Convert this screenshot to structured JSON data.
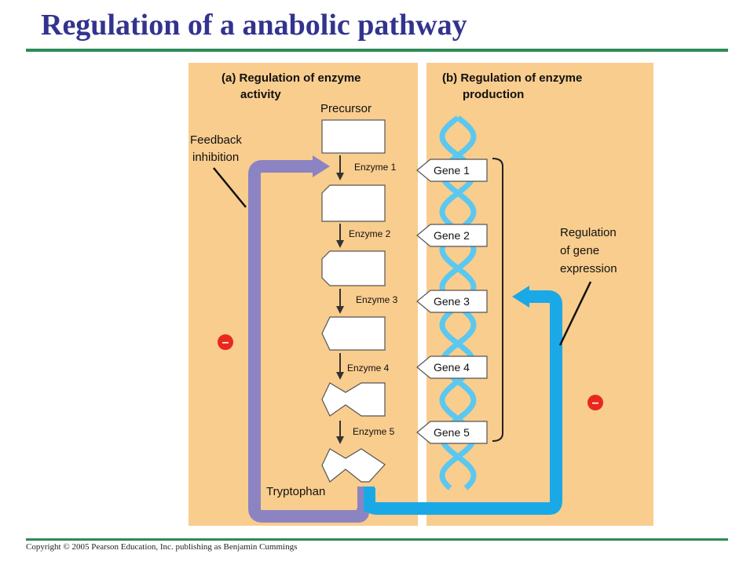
{
  "title": "Regulation of a anabolic pathway",
  "copyright": "Copyright © 2005 Pearson Education, Inc. publishing as Benjamin Cummings",
  "panel_a": {
    "heading_line1": "(a) Regulation of enzyme",
    "heading_line2": "activity",
    "precursor": "Precursor",
    "feedback_line1": "Feedback",
    "feedback_line2": "inhibition",
    "enzymes": [
      "Enzyme 1",
      "Enzyme 2",
      "Enzyme 3",
      "Enzyme 4",
      "Enzyme 5"
    ],
    "product": "Tryptophan",
    "inhibit_symbol": "–"
  },
  "panel_b": {
    "heading_line1": "(b) Regulation of enzyme",
    "heading_line2": "production",
    "genes": [
      "Gene 1",
      "Gene 2",
      "Gene 3",
      "Gene 4",
      "Gene 5"
    ],
    "regulation_line1": "Regulation",
    "regulation_line2": "of gene",
    "regulation_line3": "expression",
    "inhibit_symbol": "–"
  },
  "colors": {
    "title": "#33338f",
    "rule": "#2e8b57",
    "panel_bg": "#f9cd8e",
    "feedback_arrow": "#8c84c2",
    "expression_arrow": "#1aa9e6",
    "dna_strand": "#5bc8f0",
    "inhibit_badge": "#e8281e"
  }
}
